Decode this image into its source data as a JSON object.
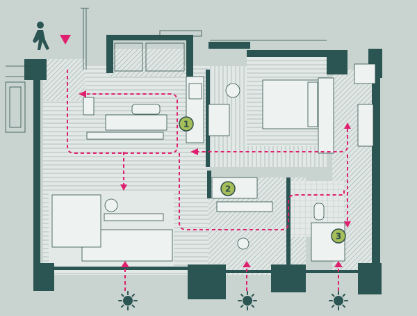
{
  "colors": {
    "background": "#c9d3d0",
    "wall": "#2b5552",
    "line": "#2d4f49",
    "route": "#e0206e",
    "marker": "#a6be5a",
    "paper": "#e6ebea"
  },
  "markers": [
    {
      "id": "zone-1",
      "label": "1"
    },
    {
      "id": "zone-2",
      "label": "2"
    },
    {
      "id": "zone-3",
      "label": "3"
    }
  ],
  "icons": {
    "entrance": "walking-person-icon",
    "entry_arrow": "down-triangle-icon",
    "sunlight": "sun-icon"
  },
  "sun_count": 3
}
